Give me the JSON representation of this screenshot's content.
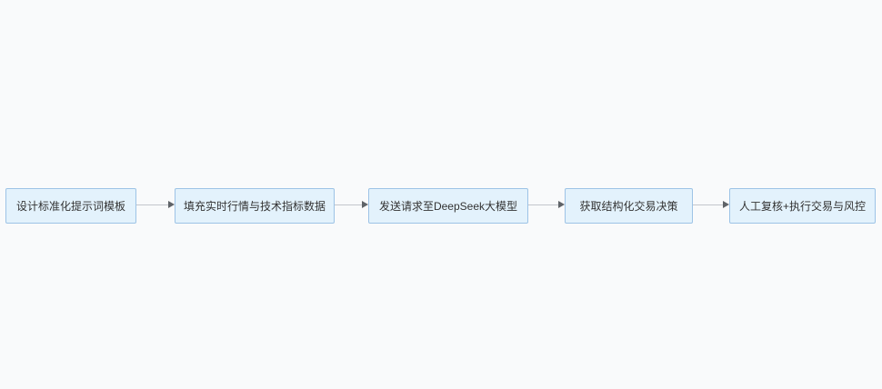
{
  "flowchart": {
    "type": "flowchart",
    "direction": "left-to-right",
    "style": {
      "canvas_bg": "#F9FAFB",
      "node_fill": "#E3F2FC",
      "node_border": "#9DC3E6",
      "node_text": "#333333",
      "edge_line": "#C3C6CC",
      "edge_head": "#5F6368"
    },
    "nodes": [
      {
        "label": "设计标准化提示词模板"
      },
      {
        "label": "填充实时行情与技术指标数据"
      },
      {
        "label": "发送请求至DeepSeek大模型"
      },
      {
        "label": "获取结构化交易决策"
      },
      {
        "label": "人工复核+执行交易与风控"
      }
    ],
    "edges": [
      {
        "from": "设计标准化提示词模板",
        "to": "填充实时行情与技术指标数据"
      },
      {
        "from": "填充实时行情与技术指标数据",
        "to": "发送请求至DeepSeek大模型"
      },
      {
        "from": "发送请求至DeepSeek大模型",
        "to": "获取结构化交易决策"
      },
      {
        "from": "获取结构化交易决策",
        "to": "人工复核+执行交易与风控"
      }
    ]
  }
}
